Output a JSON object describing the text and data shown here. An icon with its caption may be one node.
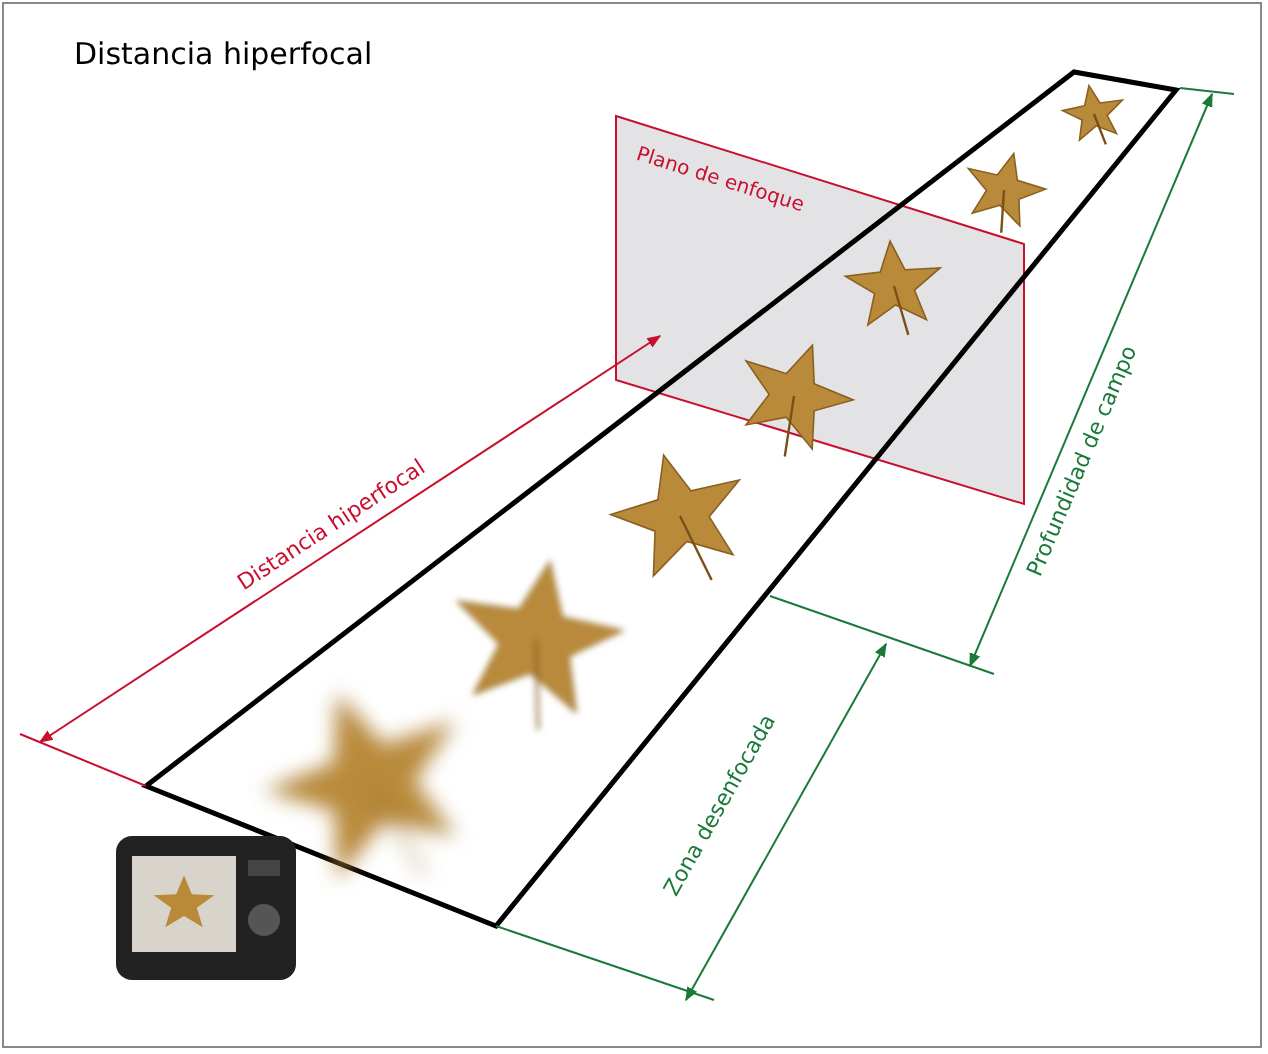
{
  "diagram": {
    "title": "Distancia hiperfocal",
    "nodes": [
      {
        "text": [
          "Plano de enfoque"
        ]
      }
    ],
    "labels": [
      "Distancia hiperfocal",
      "Profundidad de campo",
      "Zona desenfocada"
    ]
  }
}
